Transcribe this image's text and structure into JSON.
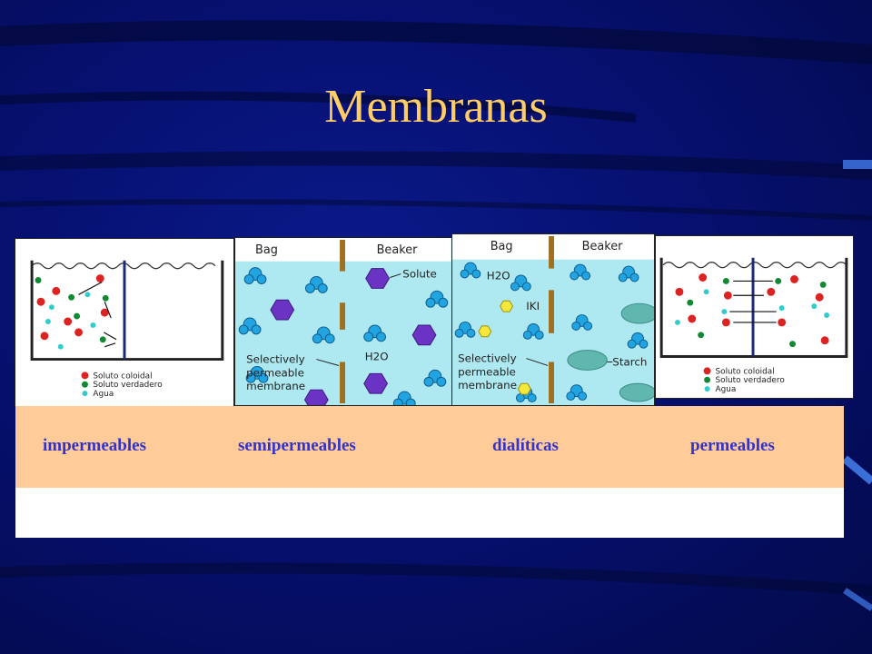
{
  "title": "Membranas",
  "panels": [
    {
      "legend": [
        "Soluto coloidal",
        "Soluto verdadero",
        "Agua"
      ]
    },
    {
      "header_left": "Bag",
      "header_right": "Beaker",
      "solute": "Solute",
      "water": "H2O",
      "membrane": [
        "Selectively",
        "permeable",
        "membrane"
      ]
    },
    {
      "header_left": "Bag",
      "header_right": "Beaker",
      "water": "H2O",
      "iki": "IKI",
      "starch": "Starch",
      "membrane": [
        "Selectively",
        "permeable",
        "membrane"
      ]
    },
    {
      "legend": [
        "Soluto coloidal",
        "Soluto verdadero",
        "Agua"
      ]
    }
  ],
  "labels": [
    "impermeables",
    "semipermeables",
    "dialíticas",
    "permeables"
  ],
  "colors": {
    "title": "#ffcc66",
    "band": "#ffcc99",
    "label": "#3333cc",
    "coloidal": "#dd2222",
    "verdadero": "#118833",
    "agua": "#33cccc",
    "water_molecule": "#22a4e0",
    "solute": "#6b33c4",
    "iki": "#f4e83c",
    "starch": "#5fb7b0",
    "membrane": "#a07020"
  }
}
